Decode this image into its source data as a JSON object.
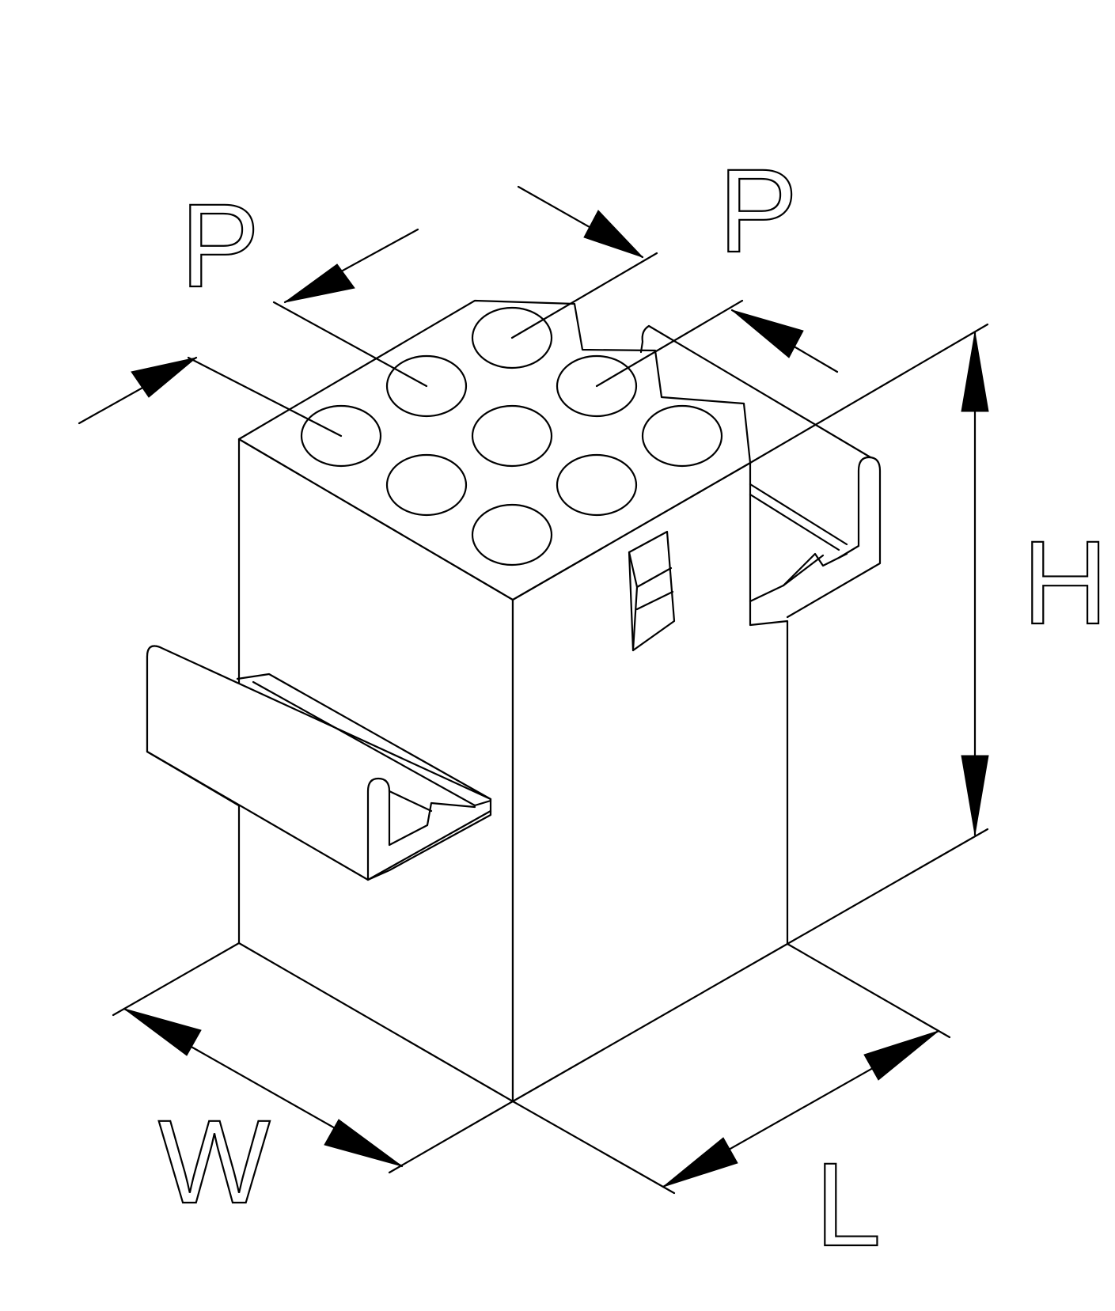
{
  "labels": {
    "pitch_left": "P",
    "pitch_right": "P",
    "height": "H",
    "width": "W",
    "length": "L"
  },
  "colors": {
    "ink": "#000000",
    "paper": "#ffffff"
  }
}
